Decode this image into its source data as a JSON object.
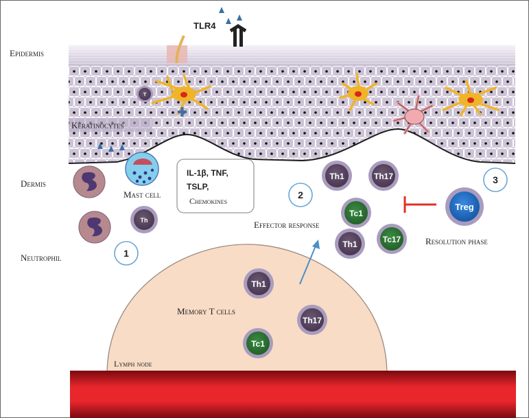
{
  "labels": {
    "tlr4": "TLR4",
    "epidermis": "Epidermis",
    "keratinocytes": "Keratinocytes",
    "dermis": "Dermis",
    "mast_cell": "Mast cell",
    "neutrophil": "Neutrophil",
    "effector_response": "Effector response",
    "resolution_phase": "Resolution phase",
    "memory_t_cells": "Memory T cells",
    "lymph_node": "Lymph node"
  },
  "cytokine_box": {
    "line1": "IL-1β, TNF,",
    "line2": "TSLP,",
    "line3": "Chemokines"
  },
  "steps": [
    "1",
    "2",
    "3"
  ],
  "cells": {
    "epidermis_t": "T",
    "dermis_th": "Th",
    "effector_th1_top": "Th1",
    "effector_th17_top": "Th17",
    "effector_tc1": "Tc1",
    "effector_th1_bottom": "Th1",
    "effector_tc17": "Tc17",
    "treg": "Treg",
    "memory_th1": "Th1",
    "memory_th17": "Th17",
    "memory_tc1": "Tc1"
  },
  "colors": {
    "keratinocyte": "#cdc3d6",
    "skin_line": "#222222",
    "th_cell": "#5a4862",
    "tc_cell": "#2f7a36",
    "treg": "#2472c8",
    "neutrophil": "#b5898e",
    "mast_cell": "#86cfec",
    "lymph_node": "#f8dcc6",
    "blood_vessel": "#c8141a",
    "arrow": "#4a8fc8",
    "inhibit": "#e03024"
  }
}
